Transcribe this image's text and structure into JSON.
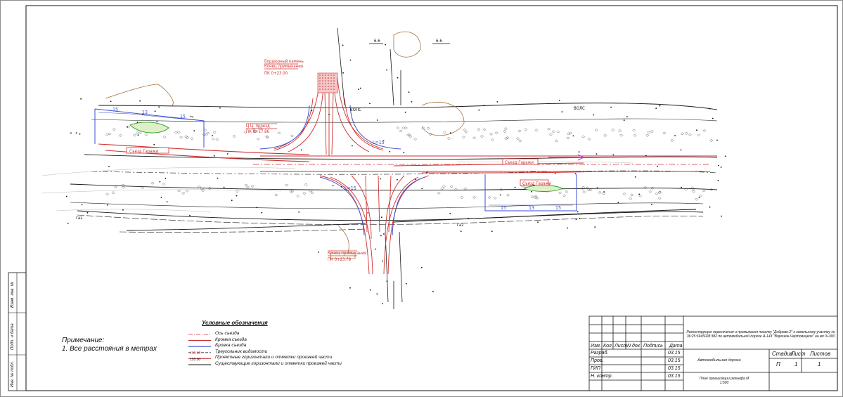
{
  "notes": {
    "title": "Примечание:",
    "items": [
      "1. Все расстояния в метрах"
    ]
  },
  "legend": {
    "title": "Условные обозначения",
    "items": [
      {
        "label": "Ось съезда",
        "color": "#c83232",
        "style": "dashdot",
        "sample": ""
      },
      {
        "label": "Кромка съезда",
        "color": "#c83232",
        "style": "solid",
        "sample": ""
      },
      {
        "label": "Бровка съезда",
        "color": "#3a4fd0",
        "style": "solid",
        "sample": ""
      },
      {
        "label": "Треугольник видимости",
        "color": "#333333",
        "style": "dashed",
        "sample": ""
      },
      {
        "label": "Проектные горизонтали и отметки проезжей части",
        "color": "#d04040",
        "style": "solid",
        "sample": "155.00"
      },
      {
        "label": "Существующие горизонтали и отметки проезжей части",
        "color": "#111111",
        "style": "solid",
        "sample": "155.00"
      }
    ]
  },
  "plan_labels": {
    "gas_pipe": "газ",
    "power_line": "ВОЛС",
    "sidewalk_top": "Бордюрный камень",
    "kromka_top": "Конец примыкания",
    "pk_top": "ПК 0+23.00",
    "pk_left": "ПК 0+17.86",
    "pk_left_title": "Ц.Ц. проезд",
    "pk_bottom_title": "Конец примыкания",
    "pk_bottom": "ПК 0+23.78",
    "label_left_road": "Съезд Гаражи",
    "label_right_road": "Съезд Гаражи",
    "label_right_road2": "Съезд Гаражи",
    "section_a": "6-6",
    "section_b": "6-6",
    "dim_15": "15",
    "dim_13": "13",
    "dim_l15": "L=15"
  },
  "side_stamp": {
    "labels": [
      "Инв. № подл.",
      "Подп. и дата",
      "Взам. инв. №"
    ]
  },
  "title_block": {
    "headers": [
      "Изм.",
      "Кол.",
      "Лист",
      "N док",
      "Подпись",
      "Дата"
    ],
    "roles": [
      {
        "role": "Разраб.",
        "date": "03.15"
      },
      {
        "role": "Пров.",
        "date": "03.15"
      },
      {
        "role": "ГИП",
        "date": "03.15"
      },
      {
        "role": "Н. контр.",
        "date": "03.15"
      }
    ],
    "project": "Реконструкция пересечения и примыкания поселку \"Доброво-2\" к земельному участку № 36:25:6945028:382 по автомобильной дороге А-143 \"Воронеж-Чертовицкое\" на км 0+300",
    "section": "Автомобильная дорога",
    "sheet_title": "План организации рельефа М 1:500",
    "stage_label": "Стадия",
    "sheet_label": "Лист",
    "sheets_label": "Листов",
    "stage": "П",
    "sheet": "1",
    "sheets": "1"
  }
}
